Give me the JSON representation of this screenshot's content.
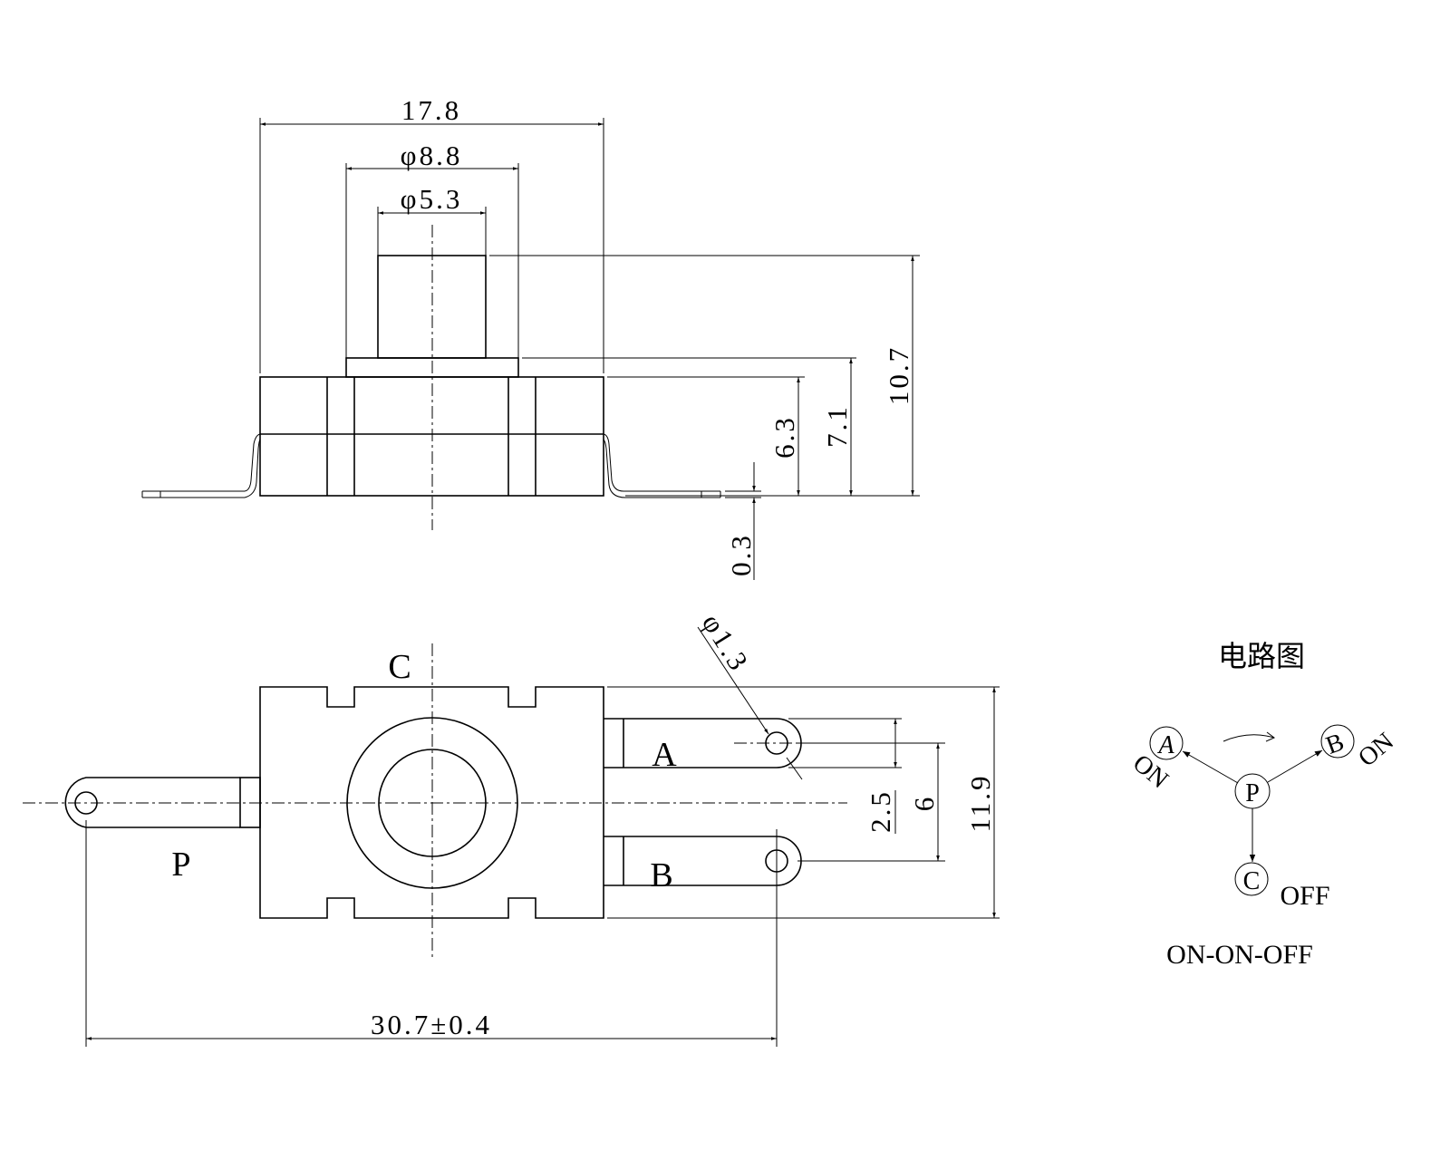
{
  "top_view": {
    "dims": {
      "width": "17.8",
      "flange_dia": "φ8.8",
      "plunger_dia": "φ5.3",
      "total_height": "10.7",
      "flange_height": "7.1",
      "body_height": "6.3",
      "lead_thickness": "0.3"
    }
  },
  "bottom_view": {
    "labels": {
      "c": "C",
      "a": "A",
      "b": "B",
      "p": "P"
    },
    "dims": {
      "hole_dia": "φ1.3",
      "pitch_small": "2.5",
      "pitch": "6",
      "body_width": "11.9",
      "overall_length": "30.7±0.4"
    }
  },
  "circuit": {
    "title": "电路图",
    "nodes": {
      "a": "A",
      "b": "B",
      "p": "P",
      "c": "C"
    },
    "state_a": "ON",
    "state_b": "ON",
    "state_c": "OFF",
    "mode": "ON-ON-OFF"
  }
}
